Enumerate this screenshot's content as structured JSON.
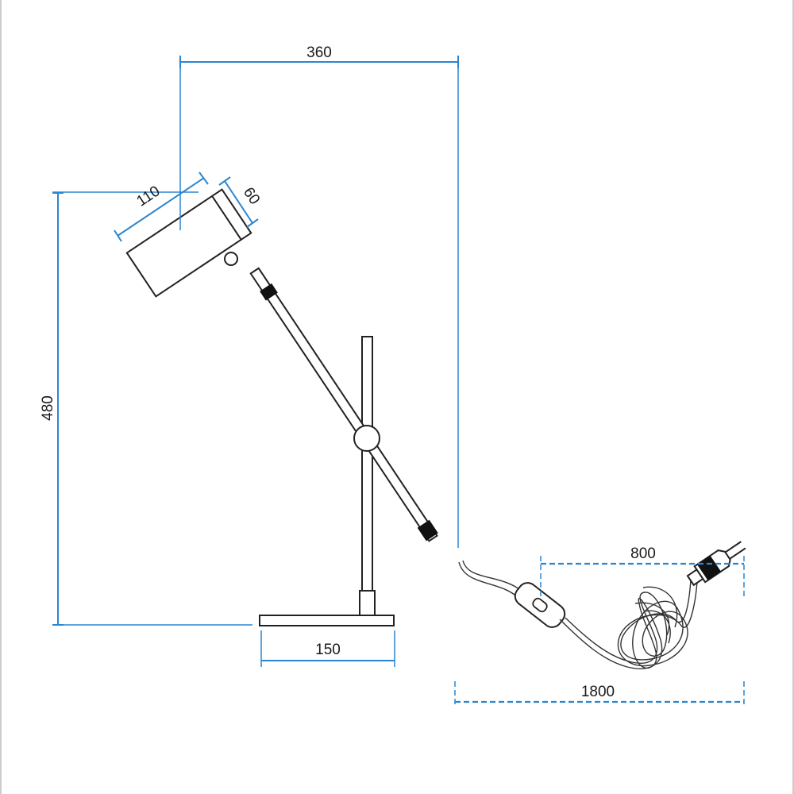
{
  "dimensions": {
    "width_total": "360",
    "height_total": "480",
    "shade_length": "110",
    "shade_diameter": "60",
    "base_width": "150",
    "cable_to_plug": "800",
    "cable_total": "1800"
  },
  "colors": {
    "dimension_lines": "#2a86d1",
    "outline": "#222222",
    "border": "#bbbbbb"
  }
}
